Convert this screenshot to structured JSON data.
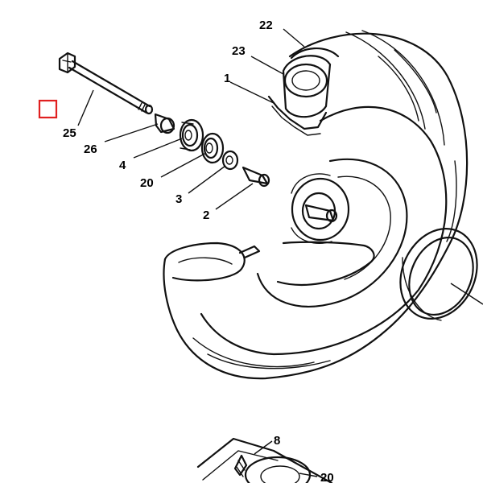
{
  "callouts": {
    "c22": "22",
    "c23": "23",
    "c1": "1",
    "c25": "25",
    "c26": "26",
    "c4": "4",
    "c20a": "20",
    "c3": "3",
    "c2": "2",
    "c8": "8",
    "c20b": "20"
  },
  "marker": {
    "color": "#e02020",
    "shape": "square-outline"
  }
}
